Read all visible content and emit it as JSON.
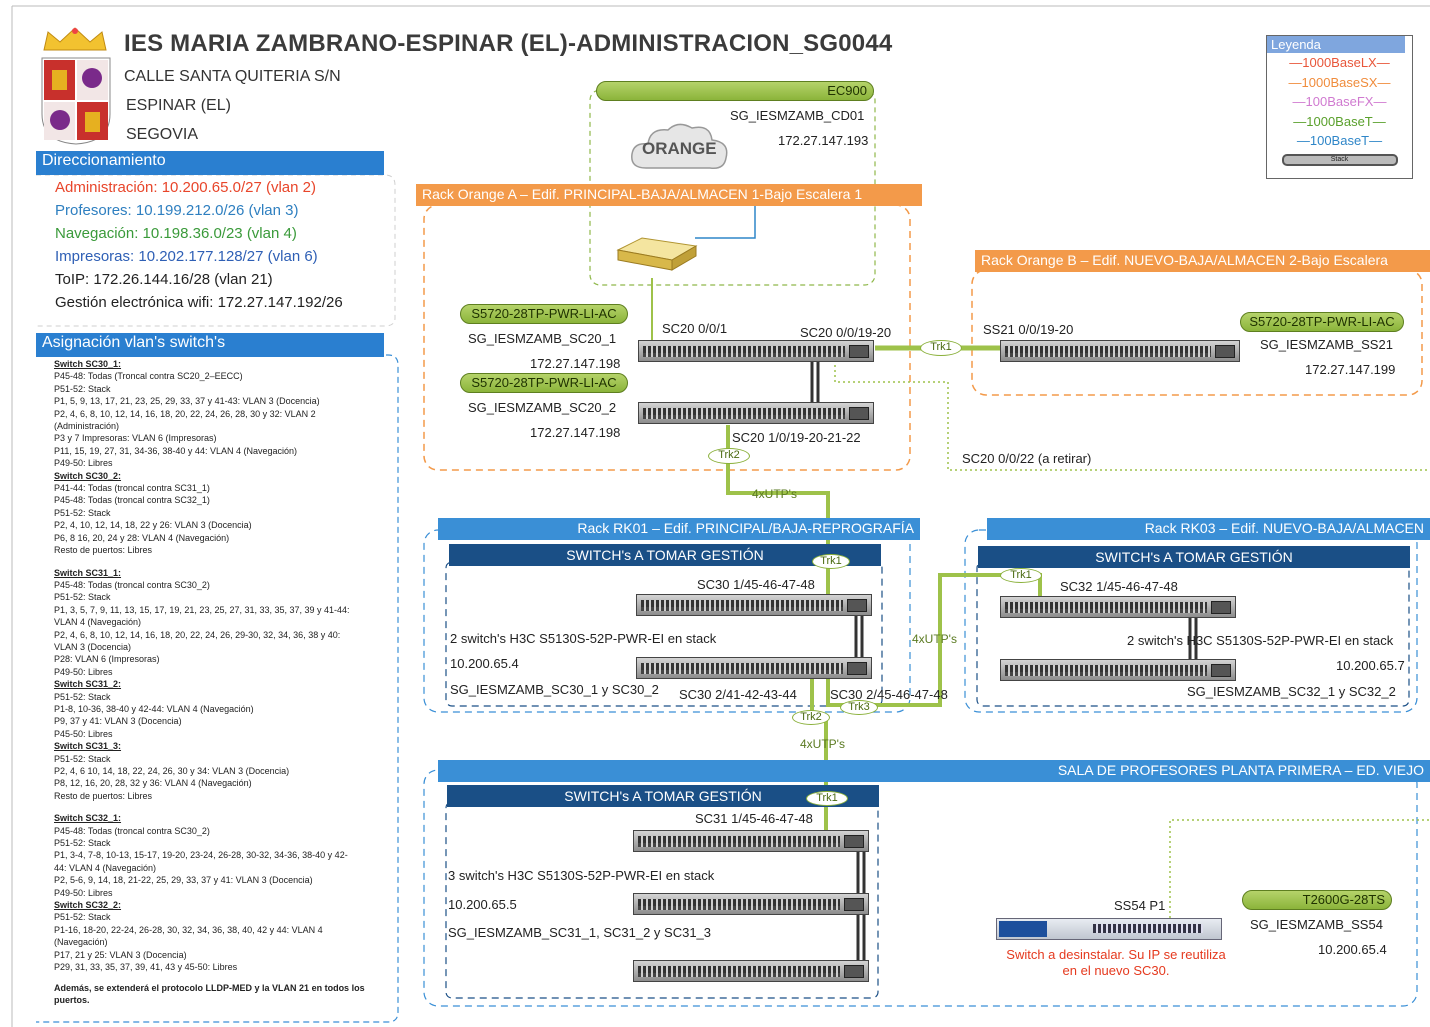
{
  "header": {
    "title": "IES MARIA ZAMBRANO-ESPINAR (EL)-ADMINISTRACION_SG0044",
    "address_line1": "CALLE SANTA QUITERIA   S/N",
    "address_line2": "ESPINAR (EL)",
    "address_line3": "SEGOVIA"
  },
  "colors": {
    "administracion": "#e8452a",
    "profesores": "#2e7fc0",
    "navegacion": "#3a9a3a",
    "impresoras": "#2e5fb5",
    "orange_rack": "#f39a4a",
    "blue_rack": "#3a8fd6",
    "green_link": "#9ec24a"
  },
  "direccionamiento": {
    "header": "Direccionamiento",
    "lines": [
      "Administración: 10.200.65.0/27 (vlan 2)",
      "Profesores: 10.199.212.0/26 (vlan 3)",
      "Navegación: 10.198.36.0/23 (vlan 4)",
      "Impresoras: 10.202.177.128/27 (vlan 6)",
      "ToIP: 172.26.144.16/28 (vlan 21)",
      "Gestión electrónica wifi: 172.27.147.192/26"
    ]
  },
  "vlan_assign": {
    "header": "Asignación vlan's switch's",
    "switches": [
      {
        "title": "Switch SC30_1:",
        "lines": [
          "P45-48: Todas (Troncal contra SC20_2–EECC)",
          "P51-52: Stack",
          "P1, 5, 9, 13, 17, 21, 23, 25, 29, 33, 37 y 41-43: VLAN 3 (Docencia)",
          "P2, 4, 6, 8, 10, 12, 14, 16, 18, 20, 22, 24, 26, 28, 30 y 32: VLAN 2",
          "(Administración)",
          "P3 y 7 Impresoras: VLAN 6 (Impresoras)",
          "P11, 15, 19, 27, 31, 34-36, 38-40 y 44: VLAN 4 (Navegación)",
          "P49-50: Libres"
        ]
      },
      {
        "title": "Switch SC30_2:",
        "lines": [
          "P41-44: Todas (troncal contra SC31_1)",
          "P45-48: Todas (troncal contra SC32_1)",
          "P51-52: Stack",
          "P2, 4, 10, 12, 14, 18, 22 y 26: VLAN 3 (Docencia)",
          "P6, 8 16, 20, 24 y 28: VLAN 4 (Navegación)",
          "Resto de puertos: Libres"
        ]
      },
      {
        "title": "Switch SC31_1:",
        "gap": true,
        "lines": [
          "P45-48: Todas (troncal contra SC30_2)",
          "P51-52: Stack",
          "P1, 3, 5, 7, 9, 11, 13, 15, 17, 19, 21, 23, 25, 27, 31, 33, 35, 37, 39 y 41-44:",
          "VLAN 4 (Navegación)",
          "P2, 4, 6, 8, 10, 12, 14, 16, 18, 20, 22, 24, 26, 29-30, 32, 34, 36, 38 y 40:",
          "VLAN 3 (Docencia)",
          "P28: VLAN 6 (Impresoras)",
          "P49-50: Libres"
        ]
      },
      {
        "title": "Switch SC31_2:",
        "lines": [
          "P51-52: Stack",
          "P1-8, 10-36, 38-40 y 42-44: VLAN 4 (Navegación)",
          "P9, 37 y 41: VLAN 3 (Docencia)",
          "P45-50: Libres"
        ]
      },
      {
        "title": "Switch SC31_3:",
        "lines": [
          "P51-52: Stack",
          "P2, 4, 6 10, 14, 18, 22, 24, 26, 30 y 34: VLAN 3 (Docencia)",
          "P8, 12, 16, 20, 28, 32 y 36: VLAN 4 (Navegación)",
          "Resto de puertos: Libres"
        ]
      },
      {
        "title": "Switch SC32_1:",
        "gap": true,
        "lines": [
          "P45-48: Todas (troncal contra SC30_2)",
          "P51-52: Stack",
          "P1, 3-4, 7-8, 10-13, 15-17, 19-20, 23-24, 26-28, 30-32, 34-36, 38-40 y 42-",
          "44: VLAN 4 (Navegación)",
          "P2, 5-6, 9, 14, 18, 21-22, 25, 29, 33, 37 y 41: VLAN 3 (Docencia)",
          "P49-50: Libres"
        ]
      },
      {
        "title": "Switch SC32_2:",
        "lines": [
          "P51-52: Stack",
          "P1-16, 18-20, 22-24, 26-28, 30, 32, 34, 36, 38, 40, 42 y 44: VLAN 4",
          "(Navegación)",
          "P17, 21 y 25: VLAN 3 (Docencia)",
          "P29, 31, 33, 35, 37, 39, 41, 43 y 45-50: Libres"
        ]
      }
    ],
    "note": "Además, se extenderá el protocolo LLDP-MED y la VLAN 21 en todos los puertos."
  },
  "legend": {
    "title": "Leyenda",
    "items": [
      {
        "label": "—1000BaseLX—",
        "color": "#e8563a"
      },
      {
        "label": "—1000BaseSX—",
        "color": "#f08c3c"
      },
      {
        "label": "—100BaseFX—",
        "color": "#d07ad0"
      },
      {
        "label": "—1000BaseT—",
        "color": "#5aa02c"
      },
      {
        "label": "—100BaseT—",
        "color": "#2f86c8"
      }
    ],
    "stack_label": "Stack"
  },
  "isp": {
    "model": "EC900",
    "name": "SG_IESMZAMB_CD01",
    "ip": "172.27.147.193",
    "cloud": "ORANGE"
  },
  "rack_a": {
    "header": "Rack Orange A – Edif. PRINCIPAL-BAJA/ALMACEN 1-Bajo Escalera 1",
    "sc20_1": {
      "model": "S5720-28TP-PWR-LI-AC",
      "name": "SG_IESMZAMB_SC20_1",
      "ip": "172.27.147.198"
    },
    "sc20_2": {
      "model": "S5720-28TP-PWR-LI-AC",
      "name": "SG_IESMZAMB_SC20_2",
      "ip": "172.27.147.198"
    },
    "port_up": "SC20 0/0/1",
    "port_trk1": "SC20 0/0/19-20",
    "port_trk2": "SC20 1/0/19-20-21-22",
    "port_retire": "SC20 0/0/22 (a retirar)"
  },
  "rack_b": {
    "header": "Rack Orange B – Edif. NUEVO-BAJA/ALMACEN 2-Bajo Escalera",
    "model": "S5720-28TP-PWR-LI-AC",
    "name": "SG_IESMZAMB_SS21",
    "ip": "172.27.147.199",
    "port": "SS21 0/0/19-20"
  },
  "links": {
    "trk1": "Trk1",
    "trk2": "Trk2",
    "trk3": "Trk3",
    "utp4": "4xUTP's",
    "utp4_b": "4xUTP's",
    "utp4_c": "4xUTP's"
  },
  "rk01": {
    "header": "Rack RK01 – Edif. PRINCIPAL/BAJA-REPROGRAFÍA",
    "gestion": "SWITCH's A TOMAR GESTIÓN",
    "port_top": "SC30 1/45-46-47-48",
    "desc": "2 switch's H3C S5130S-52P-PWR-EI en stack",
    "ip": "10.200.65.4",
    "names": "SG_IESMZAMB_SC30_1 y SC30_2",
    "port_b1": "SC30 2/41-42-43-44",
    "port_b2": "SC30 2/45-46-47-48"
  },
  "rk03": {
    "header": "Rack RK03 – Edif. NUEVO-BAJA/ALMACEN",
    "gestion": "SWITCH's A TOMAR GESTIÓN",
    "port_top": "SC32 1/45-46-47-48",
    "desc": "2 switch's H3C S5130S-52P-PWR-EI en stack",
    "ip": "10.200.65.7",
    "names": "SG_IESMZAMB_SC32_1 y SC32_2"
  },
  "sala": {
    "header": "SALA DE PROFESORES PLANTA PRIMERA – ED. VIEJO",
    "gestion": "SWITCH's A TOMAR GESTIÓN",
    "port_top": "SC31 1/45-46-47-48",
    "desc": "3 switch's H3C S5130S-52P-PWR-EI en stack",
    "ip": "10.200.65.5",
    "names": "SG_IESMZAMB_SC31_1, SC31_2 y SC31_3",
    "ss54_port": "SS54 P1",
    "ss54_model": "T2600G-28TS",
    "ss54_name": "SG_IESMZAMB_SS54",
    "ss54_ip": "10.200.65.4",
    "uninstall_1": "Switch a desinstalar. Su IP se reutiliza",
    "uninstall_2": "en el nuevo SC30."
  }
}
